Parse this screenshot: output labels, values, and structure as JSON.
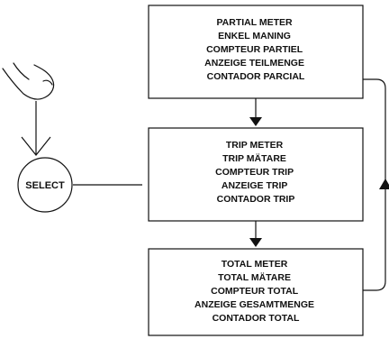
{
  "colors": {
    "line": "#111111",
    "background": "#ffffff"
  },
  "select_button": {
    "label": "SELECT",
    "icon": "finger-press-icon"
  },
  "boxes": [
    {
      "id": "partial",
      "lines": [
        "PARTIAL METER",
        "ENKEL MANING",
        "COMPTEUR PARTIEL",
        "ANZEIGE TEILMENGE",
        "CONTADOR PARCIAL"
      ]
    },
    {
      "id": "trip",
      "lines": [
        "TRIP METER",
        "TRIP MÄTARE",
        "COMPTEUR TRIP",
        "ANZEIGE TRIP",
        "CONTADOR TRIP"
      ]
    },
    {
      "id": "total",
      "lines": [
        "TOTAL METER",
        "TOTAL MÄTARE",
        "COMPTEUR TOTAL",
        "ANZEIGE GESAMTMENGE",
        "CONTADOR TOTAL"
      ]
    }
  ]
}
